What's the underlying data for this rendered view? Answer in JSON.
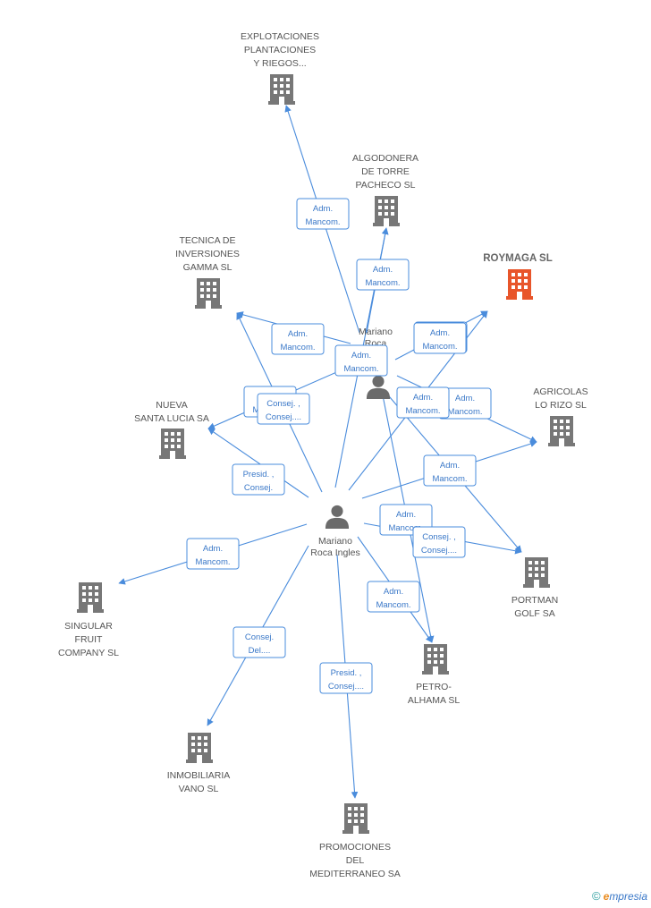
{
  "companies": [
    {
      "id": "explotaciones",
      "lines": [
        "EXPLOTACIONES",
        "PLANTACIONES",
        "Y RIEGOS..."
      ],
      "color": "#777777"
    },
    {
      "id": "algodonera",
      "lines": [
        "ALGODONERA",
        "DE TORRE",
        "PACHECO SL"
      ],
      "color": "#777777"
    },
    {
      "id": "tecnica",
      "lines": [
        "TECNICA DE",
        "INVERSIONES",
        "GAMMA SL"
      ],
      "color": "#777777"
    },
    {
      "id": "roymaga",
      "lines": [
        "ROYMAGA SL"
      ],
      "color": "#e8552a",
      "highlight": true
    },
    {
      "id": "nueva",
      "lines": [
        "NUEVA",
        "SANTA LUCIA SA"
      ],
      "color": "#777777"
    },
    {
      "id": "agricolas",
      "lines": [
        "AGRICOLAS",
        "LO RIZO SL"
      ],
      "color": "#777777"
    },
    {
      "id": "portman",
      "lines": [
        "PORTMAN",
        "GOLF SA"
      ],
      "color": "#777777"
    },
    {
      "id": "singular",
      "lines": [
        "SINGULAR",
        "FRUIT",
        "COMPANY SL"
      ],
      "color": "#777777"
    },
    {
      "id": "petro",
      "lines": [
        "PETRO-",
        "ALHAMA SL"
      ],
      "color": "#777777"
    },
    {
      "id": "inmobiliaria",
      "lines": [
        "INMOBILIARIA",
        "VANO SL"
      ],
      "color": "#777777"
    },
    {
      "id": "promociones",
      "lines": [
        "PROMOCIONES",
        "DEL",
        "MEDITERRANEO SA"
      ],
      "color": "#777777"
    }
  ],
  "persons": [
    {
      "id": "mariano1",
      "lines": [
        "Mariano",
        "Roca",
        "...o"
      ]
    },
    {
      "id": "mariano2",
      "lines": [
        "Mariano",
        "Roca Ingles"
      ]
    }
  ],
  "edges": [
    {
      "from": "mariano1",
      "to": "explotaciones",
      "label": [
        "Adm.",
        "Mancom."
      ]
    },
    {
      "from": "mariano1",
      "to": "algodonera",
      "label": [
        "Adm.",
        "Mancom."
      ]
    },
    {
      "from": "mariano1",
      "to": "tecnica",
      "label": [
        "Adm.",
        "Mancom."
      ]
    },
    {
      "from": "mariano1",
      "to": "roymaga",
      "label": [
        "Adm.",
        "Mancom."
      ]
    },
    {
      "from": "mariano1",
      "to": "nueva",
      "label": [
        "Adm.",
        "Mancom."
      ]
    },
    {
      "from": "mariano1",
      "to": "agricolas",
      "label": [
        "Adm.",
        "Mancom."
      ]
    },
    {
      "from": "mariano1",
      "to": "portman",
      "label": [
        "Adm.",
        "Mancom."
      ]
    },
    {
      "from": "mariano1",
      "to": "petro",
      "label": [
        "Adm.",
        "Mancom."
      ]
    },
    {
      "from": "mariano2",
      "to": "algodonera",
      "label": [
        "Adm.",
        "Mancom."
      ]
    },
    {
      "from": "mariano2",
      "to": "tecnica",
      "label": [
        "Consej. ,",
        "Consej...."
      ]
    },
    {
      "from": "mariano2",
      "to": "nueva",
      "label": [
        "Presid. ,",
        "Consej."
      ]
    },
    {
      "from": "mariano2",
      "to": "roymaga",
      "label": [
        "Adm.",
        "Mancom."
      ]
    },
    {
      "from": "mariano2",
      "to": "agricolas",
      "label": [
        "Adm.",
        "Mancom."
      ]
    },
    {
      "from": "mariano2",
      "to": "portman",
      "label": [
        "Consej. ,",
        "Consej...."
      ]
    },
    {
      "from": "mariano2",
      "to": "singular",
      "label": [
        "Adm.",
        "Mancom."
      ]
    },
    {
      "from": "mariano2",
      "to": "petro",
      "label": [
        "Adm.",
        "Mancom."
      ]
    },
    {
      "from": "mariano2",
      "to": "inmobiliaria",
      "label": [
        "Consej.",
        "Del...."
      ]
    },
    {
      "from": "mariano2",
      "to": "promociones",
      "label": [
        "Presid. ,",
        "Consej...."
      ]
    }
  ],
  "footer": {
    "copyright": "©",
    "brand_e": "e",
    "brand_rest": "mpresia"
  }
}
